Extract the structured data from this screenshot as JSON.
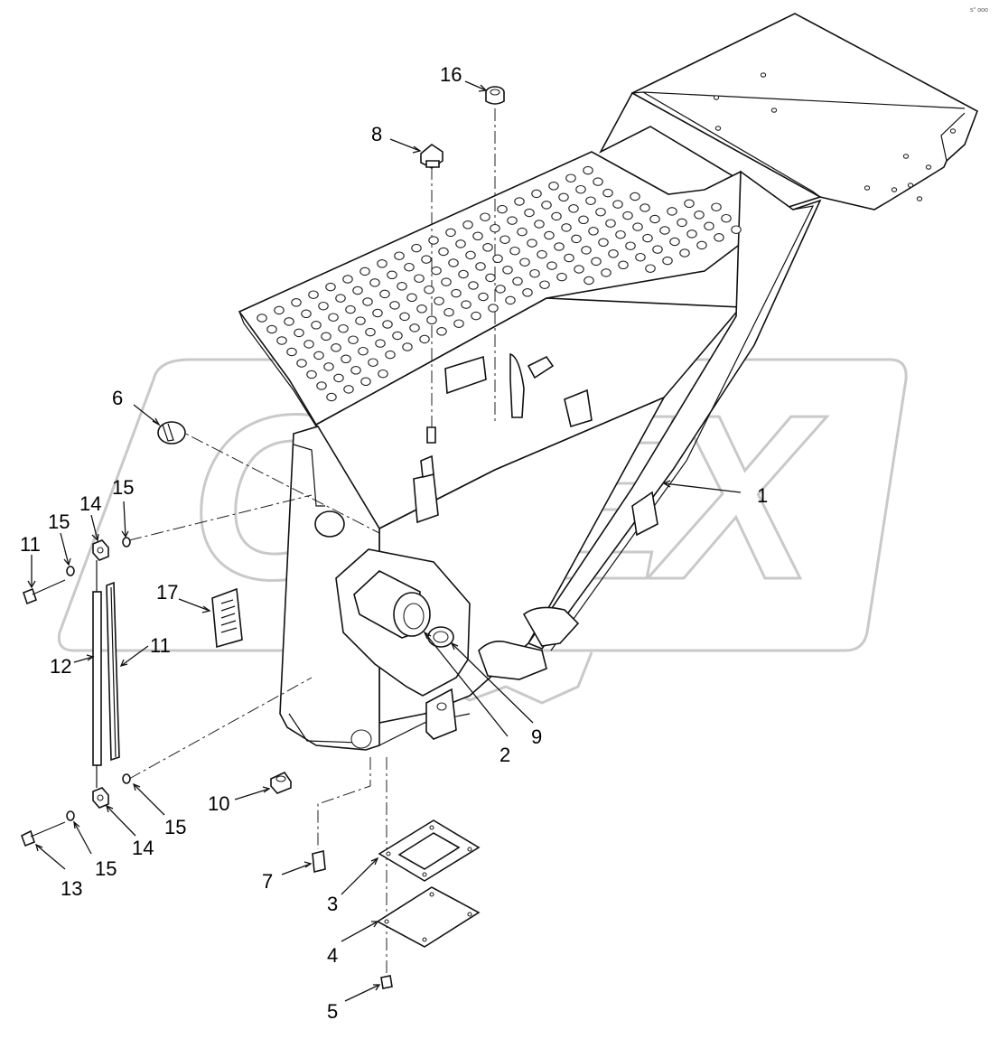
{
  "corner_mark": "s° ooo",
  "watermark": {
    "text": "OPEX",
    "color": "#c9c9c9"
  },
  "callouts": [
    {
      "id": "c1",
      "label": "1"
    },
    {
      "id": "c2",
      "label": "2"
    },
    {
      "id": "c3",
      "label": "3"
    },
    {
      "id": "c4",
      "label": "4"
    },
    {
      "id": "c5",
      "label": "5"
    },
    {
      "id": "c6",
      "label": "6"
    },
    {
      "id": "c7",
      "label": "7"
    },
    {
      "id": "c8",
      "label": "8"
    },
    {
      "id": "c9",
      "label": "9"
    },
    {
      "id": "c10",
      "label": "10"
    },
    {
      "id": "c11a",
      "label": "11"
    },
    {
      "id": "c11b",
      "label": "11"
    },
    {
      "id": "c12",
      "label": "12"
    },
    {
      "id": "c13",
      "label": "13"
    },
    {
      "id": "c14a",
      "label": "14"
    },
    {
      "id": "c14b",
      "label": "14"
    },
    {
      "id": "c15a",
      "label": "15"
    },
    {
      "id": "c15b",
      "label": "15"
    },
    {
      "id": "c15c",
      "label": "15"
    },
    {
      "id": "c15d",
      "label": "15"
    },
    {
      "id": "c16",
      "label": "16"
    },
    {
      "id": "c17",
      "label": "17"
    }
  ]
}
